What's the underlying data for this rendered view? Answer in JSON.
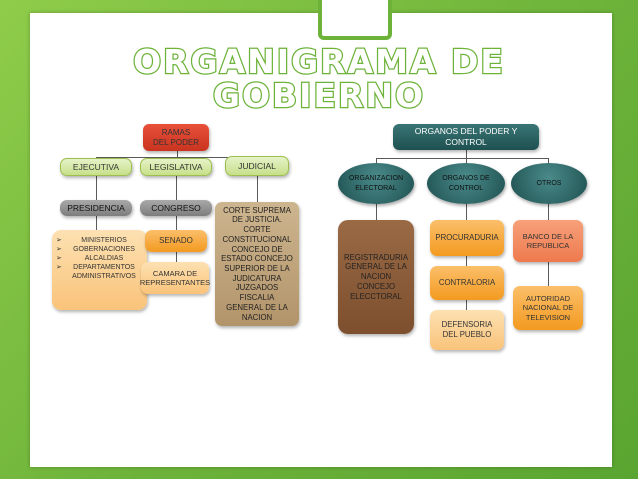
{
  "title": {
    "line1": "ORGANIGRAMA DE",
    "line2": "GOBIERNO"
  },
  "left": {
    "root": "RAMAS DEL PODER",
    "branches": [
      "EJECUTIVA",
      "LEGISLATIVA",
      "JUDICIAL"
    ],
    "presidencia": "PRESIDENCIA",
    "congreso": "CONGRESO",
    "senado": "SENADO",
    "camara": "CAMARA DE REPRESENTANTES",
    "judicial_body": "CORTE SUPREMA DE JUSTICIA. CORTE CONSTITUCIONAL CONCEJO DE ESTADO CONCEJO SUPERIOR DE LA JUDICATURA JUZGADOS FISCALIA GENERAL DE LA NACION",
    "bullet_char": "➢",
    "executive_list": [
      "MINISTERIOS",
      "GOBERNACIONES",
      "ALCALDIAS",
      "DEPARTAMENTOS ADMINISTRATIVOS"
    ]
  },
  "right": {
    "root": "ORGANOS DEL PODER Y CONTROL",
    "ovals": [
      "ORGANIZACION ELECTORAL",
      "ORGANOS DE CONTROL",
      "OTROS"
    ],
    "electoral_body": "REGISTRADURIA GENERAL DE LA NACION CONCEJO ELECCTORAL",
    "control": [
      "PROCURADURIA",
      "CONTRALORIA",
      "DEFENSORIA DEL PUEBLO"
    ],
    "otros": [
      "BANCO DE LA REPUBLICA",
      "AUTORIDAD NACIONAL DE TELEVISION"
    ]
  },
  "colors": {
    "background": "#6db33a",
    "teal": "#1e5050",
    "green_box": "#c7e08a",
    "orange": "#f39a20",
    "red": "#c93420",
    "brown": "#7d4f2e"
  }
}
